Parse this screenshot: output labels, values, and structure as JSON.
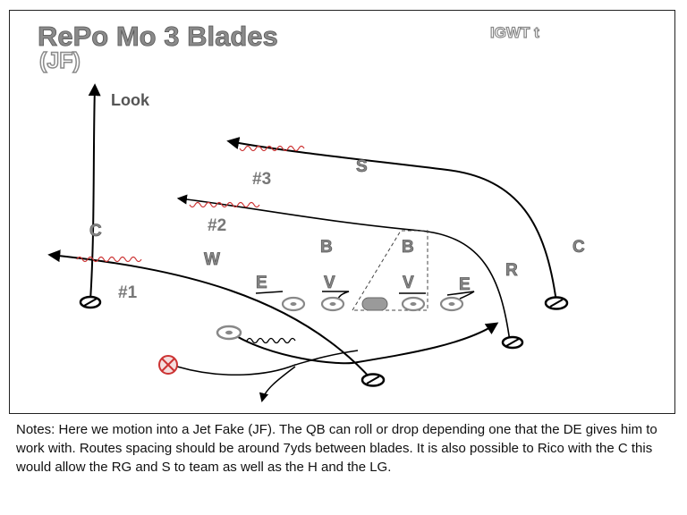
{
  "title": "RePo Mo 3 Blades",
  "subtitle": "(JF)",
  "tag": "IGWT t",
  "look_label": "Look",
  "route_labels": [
    "#1",
    "#2",
    "#3"
  ],
  "defenders": {
    "corner_left": "C",
    "corner_right": "C",
    "safety": "S",
    "will": "W",
    "backer_left": "B",
    "backer_right": "B",
    "rover": "R",
    "end_left": "E",
    "end_right": "E",
    "tackle_left": "V",
    "tackle_right": "V"
  },
  "notes": "Notes: Here we motion into a Jet Fake (JF). The QB can roll or drop depending one that the DE gives him to work with.  Routes spacing should be around 7yds between blades. It is also possible to Rico with the C this would allow the RG and S to team as well as the H and the LG.",
  "colors": {
    "route": "#000000",
    "blade_squiggle": "#cc3333",
    "motion_player": "#cc3333",
    "text_gray": "#888888"
  }
}
